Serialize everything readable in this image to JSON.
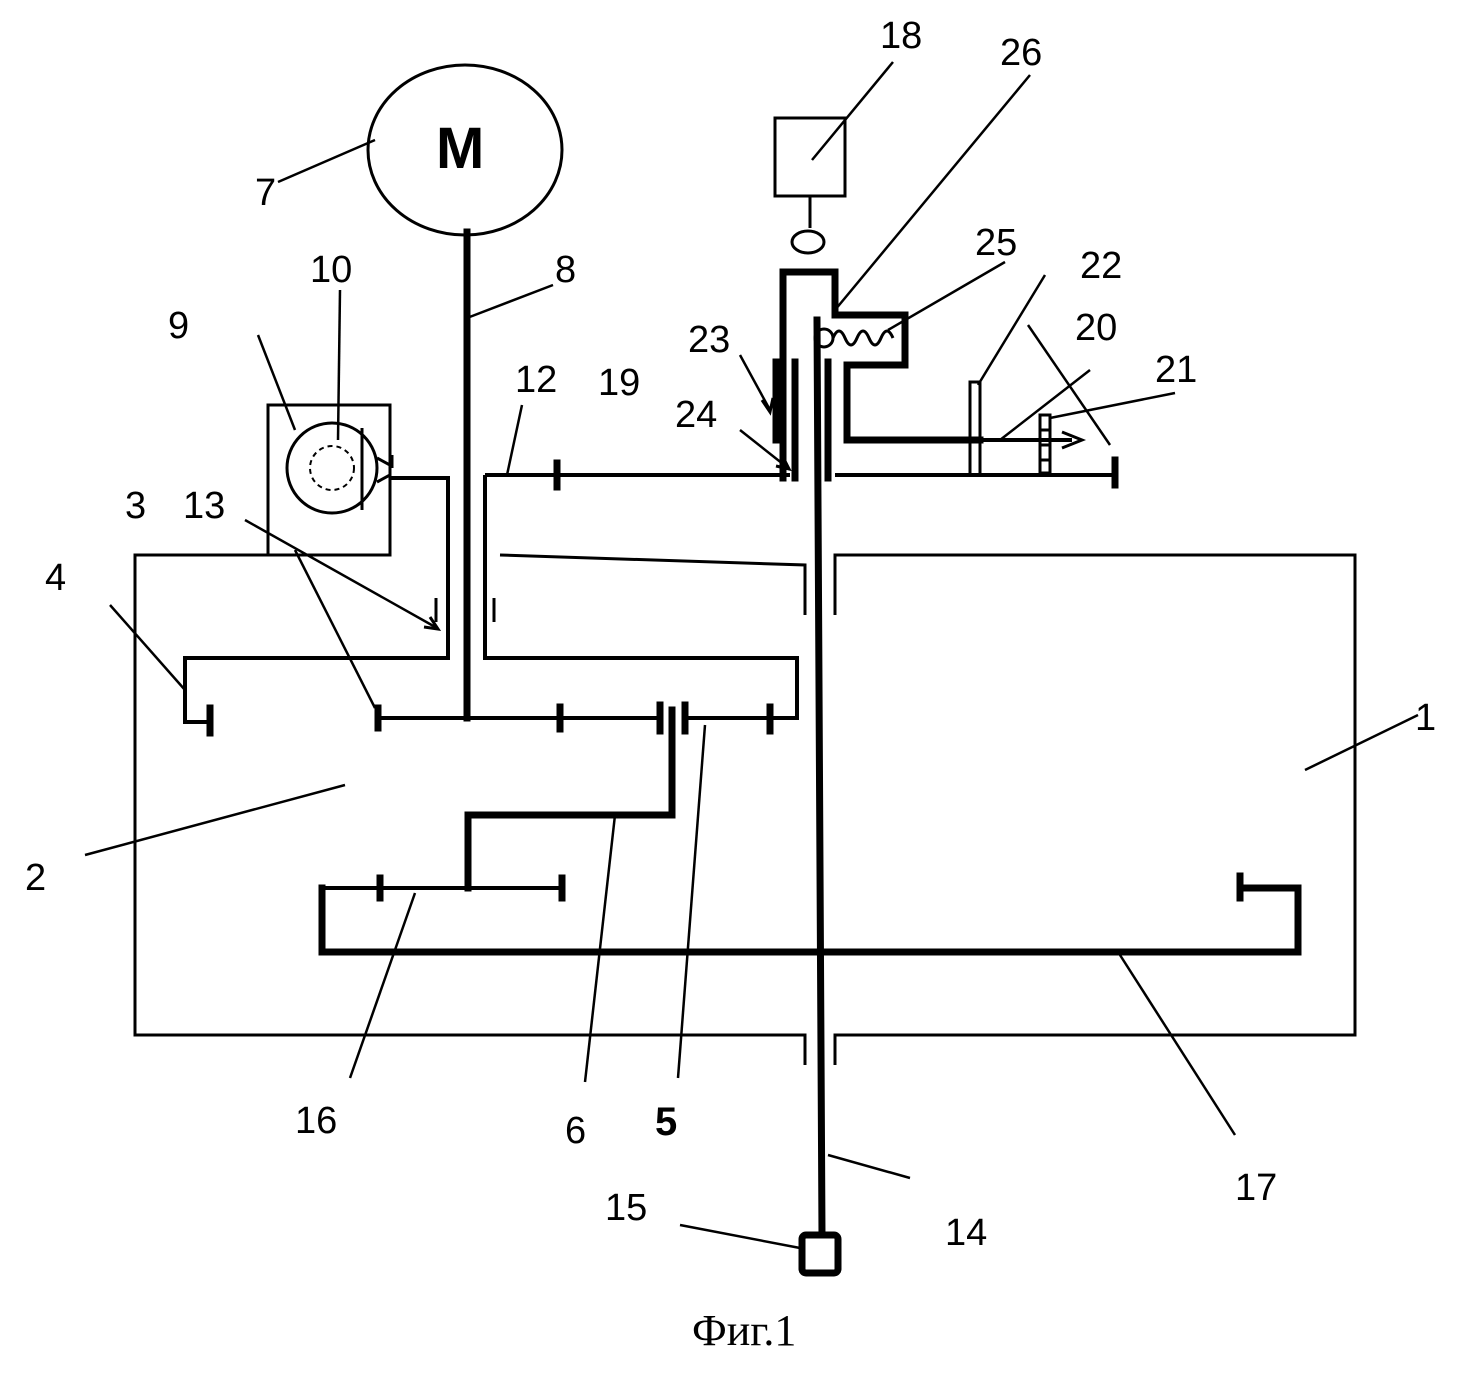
{
  "figure": {
    "caption": "Фиг.1",
    "motor_letter": "M",
    "labels": {
      "n1": "1",
      "n2": "2",
      "n3": "3",
      "n4": "4",
      "n5": "5",
      "n6": "6",
      "n7": "7",
      "n8": "8",
      "n9": "9",
      "n10": "10",
      "n12": "12",
      "n13": "13",
      "n14": "14",
      "n15": "15",
      "n16": "16",
      "n17": "17",
      "n18": "18",
      "n19": "19",
      "n20": "20",
      "n21": "21",
      "n22": "22",
      "n23": "23",
      "n24": "24",
      "n25": "25",
      "n26": "26"
    }
  }
}
